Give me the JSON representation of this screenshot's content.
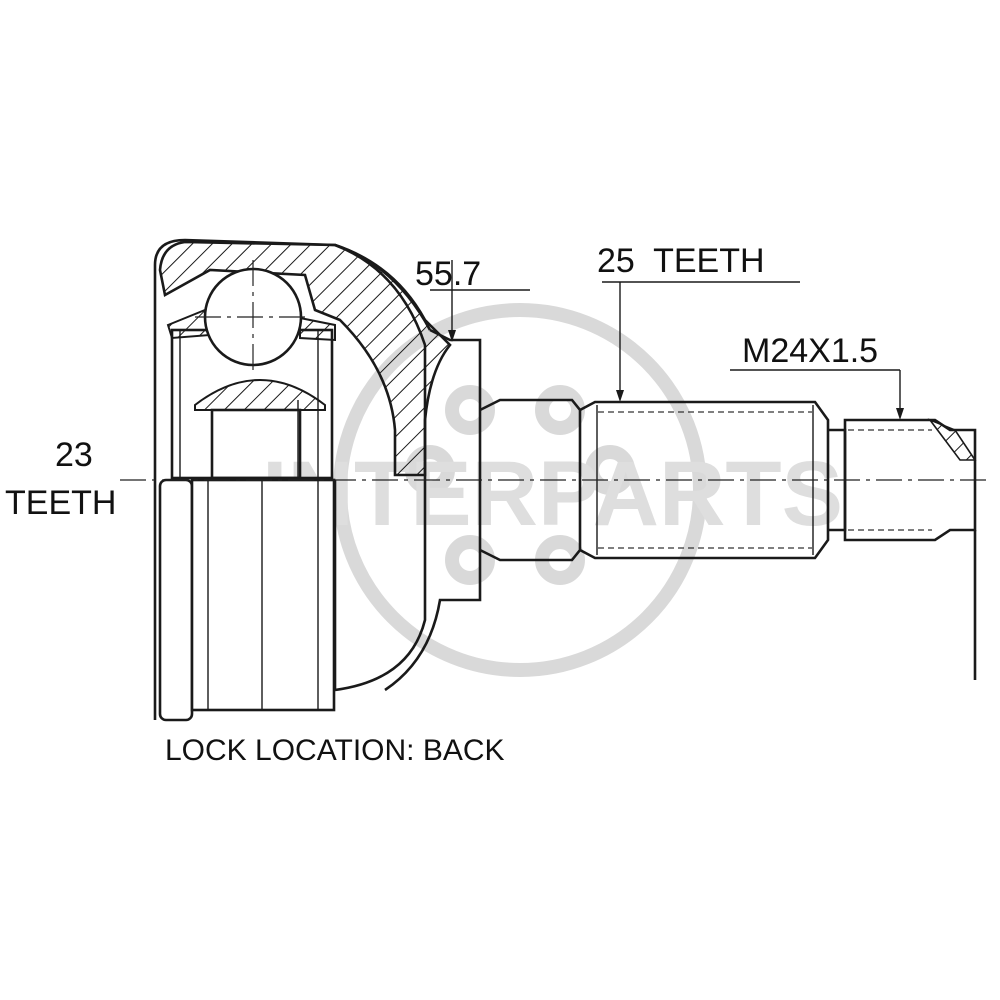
{
  "watermark": {
    "text": "INTERPARTS"
  },
  "labels": {
    "left_teeth_count": "23",
    "left_teeth_word": "TEETH",
    "dimension": "55.7",
    "spline_teeth": "25  TEETH",
    "thread": "M24X1.5",
    "lock_location": "LOCK LOCATION: BACK"
  }
}
